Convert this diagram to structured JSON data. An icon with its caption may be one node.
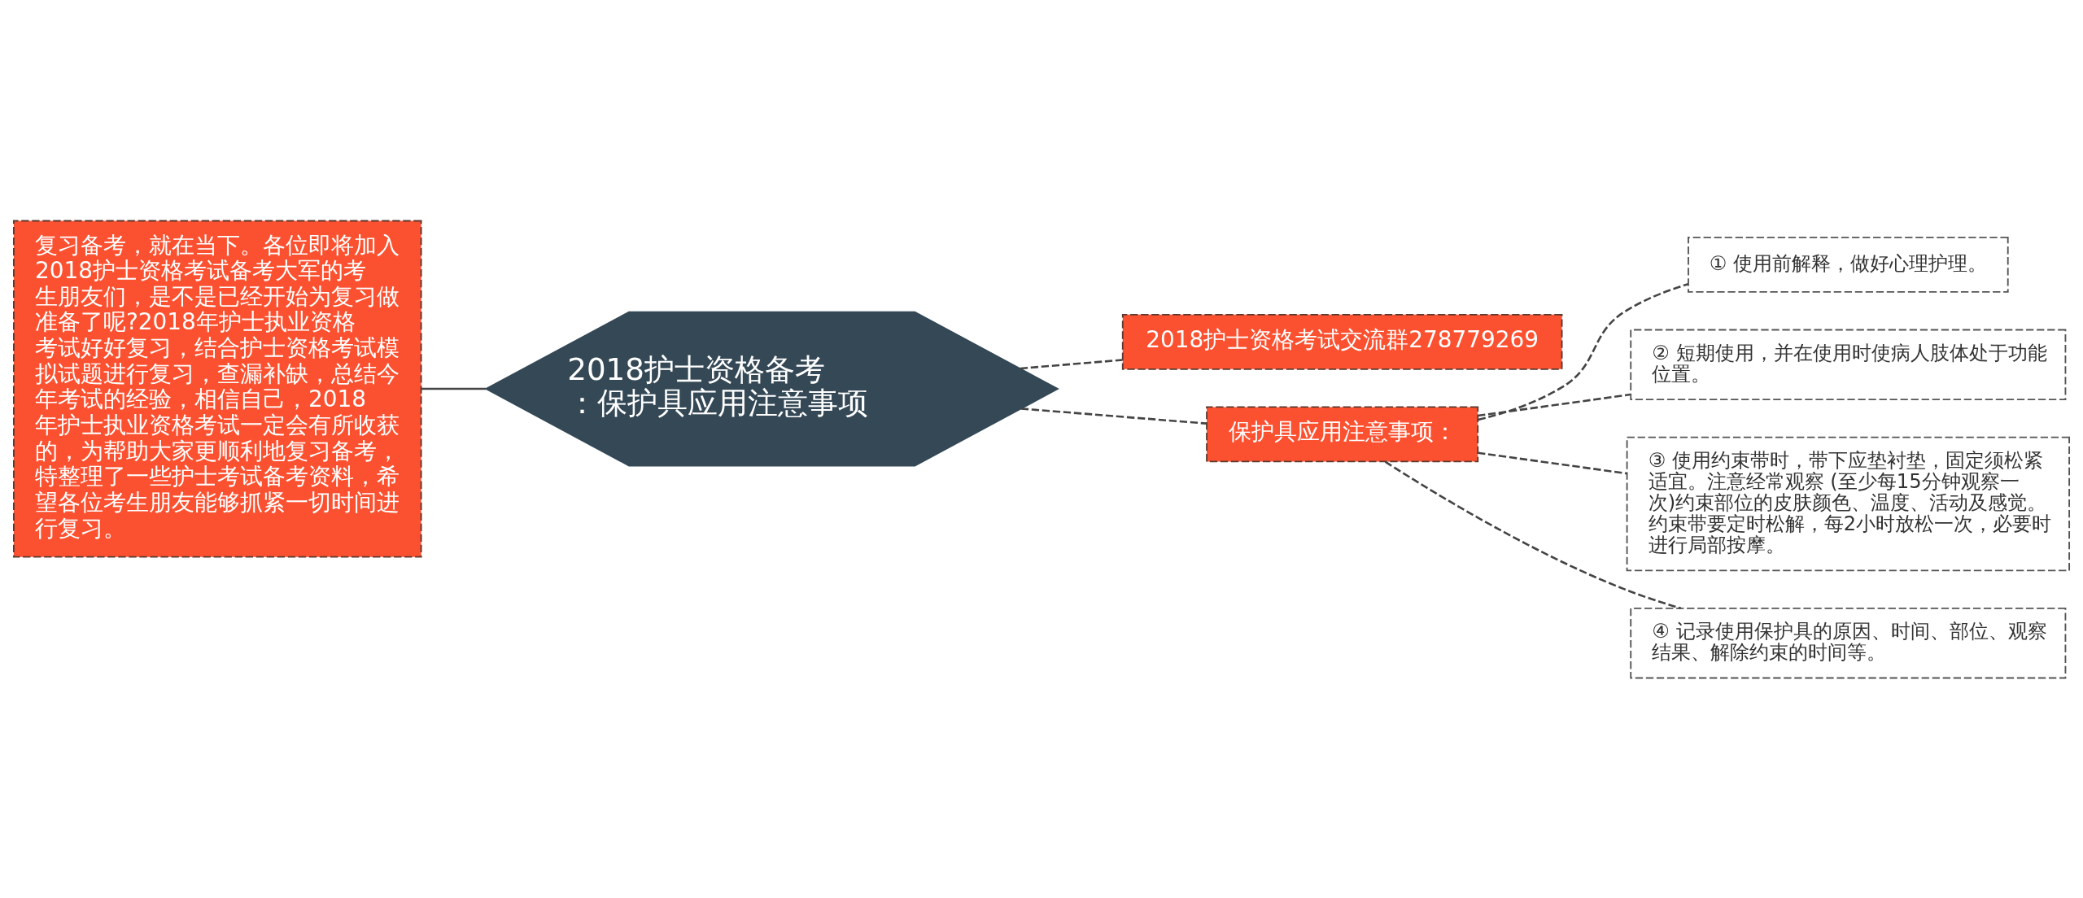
{
  "diagram": {
    "nodes": [
      {
        "text": [
          "2018护士资格备考：保护具应用注意事项"
        ]
      },
      {
        "text": [
          "复习备考，就在当下。各位即将加入2018护士资格考试备考大军的考生朋友们，是不是已经开始为复习做准备了呢?2018年护士执业资格考试好好复习，结合护士资格考试模拟试题进行复习，查漏补缺，总结今年考试的经验，相信自己，2018年护士执业资格考试一定会有所收获的，为帮助大家更顺利地复习备考，特整理了一些护士考试备考资料，希望各位考生朋友能够抓紧一切时间进行复习。"
        ]
      },
      {
        "text": [
          "2018护士资格考试交流群278779269"
        ]
      },
      {
        "text": [
          "保护具应用注意事项："
        ]
      },
      {
        "text": [
          "① 使用前解释，做好心理护理。"
        ]
      },
      {
        "text": [
          "② 短期使用，并在使用时使病人肢体处于功能位置。"
        ]
      },
      {
        "text": [
          "③ 使用约束带时，带下应垫衬垫，固定须松紧适宜。注意经常观察 (至少每15分钟观察一次)约束部位的皮肤颜色、温度、活动及感觉。约束带要定时松解，每2小时放松一次，必要时进行局部按摩。"
        ]
      },
      {
        "text": [
          "④ 记录使用保护具的原因、时间、部位、观察结果、解除约束的时间等。"
        ]
      }
    ],
    "edges": [
      {
        "from": 0,
        "to": 1,
        "arrow": "none"
      },
      {
        "from": 0,
        "to": 2,
        "arrow": "none",
        "style": "dashed"
      },
      {
        "from": 0,
        "to": 3,
        "arrow": "none",
        "style": "dashed"
      },
      {
        "from": 3,
        "to": 4,
        "arrow": "none",
        "style": "dashed"
      },
      {
        "from": 3,
        "to": 5,
        "arrow": "none",
        "style": "dashed"
      },
      {
        "from": 3,
        "to": 6,
        "arrow": "none",
        "style": "dashed"
      },
      {
        "from": 3,
        "to": 7,
        "arrow": "none",
        "style": "dashed"
      }
    ]
  }
}
